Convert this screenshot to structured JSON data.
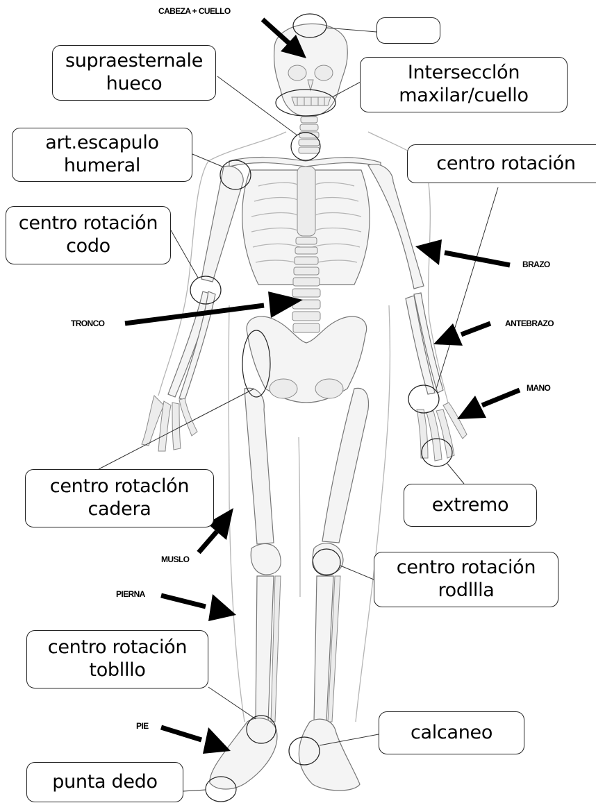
{
  "labels": {
    "head_top": "",
    "suprasternal_l1": "supraesternale",
    "suprasternal_l2": "hueco",
    "jaw_l1": "Intersecclón",
    "jaw_l2": "maxilar/cuello",
    "shoulder_l1": "art.escapulo",
    "shoulder_l2": "humeral",
    "wrist_l1": "centro rotación",
    "elbow_l1": "centro rotación",
    "elbow_l2": "codo",
    "hip_l1": "centro rotaclón",
    "hip_l2": "cadera",
    "hand_end": "extremo",
    "knee_l1": "centro rotación",
    "knee_l2": "rodllla",
    "ankle_l1": "centro rotación",
    "ankle_l2": "toblllo",
    "heel": "calcaneo",
    "toe": "punta dedo"
  },
  "tags": {
    "head_neck": "CABEZA + CUELLO",
    "arm": "BRAZO",
    "trunk": "TRONCO",
    "forearm": "ANTEBRAZO",
    "hand": "MANO",
    "thigh": "MUSLO",
    "leg": "PIERNA",
    "foot": "PIE"
  }
}
